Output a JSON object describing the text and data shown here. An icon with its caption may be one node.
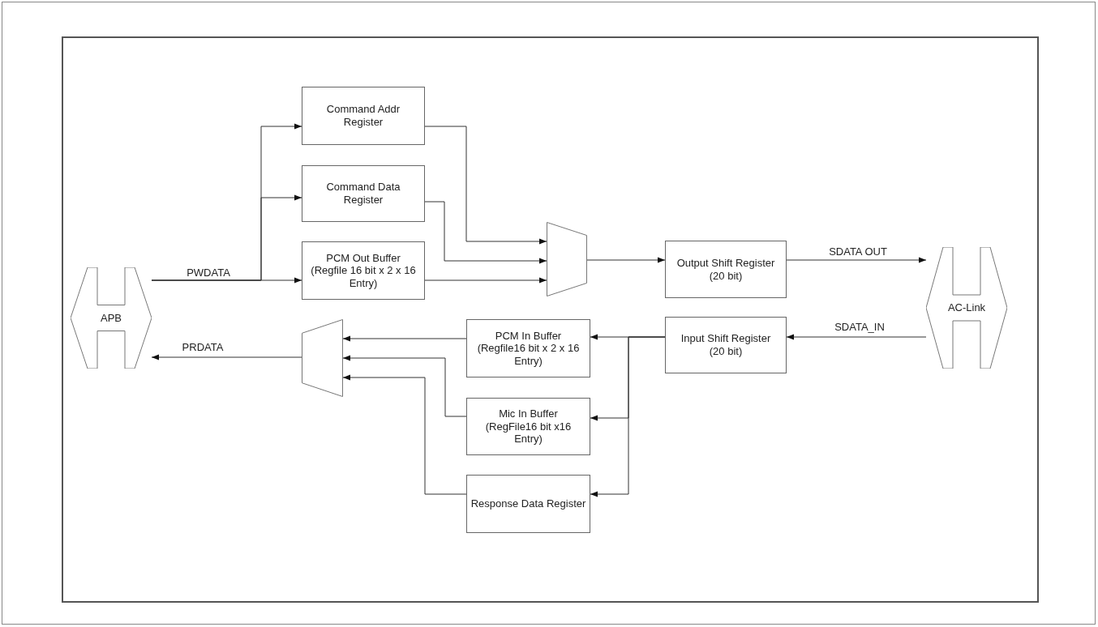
{
  "diagram": {
    "nodes": [
      {
        "text": [
          "APB"
        ]
      },
      {
        "text": [
          "Command Addr Register"
        ]
      },
      {
        "text": [
          "Command Data Register"
        ]
      },
      {
        "text": [
          "PCM Out Buffer",
          "(Regfile 16 bit x 2 x 16 Entry)"
        ]
      },
      {
        "text": [],
        "shape": "trapezoid"
      },
      {
        "text": [
          "Output Shift Register",
          "(20 bit)"
        ]
      },
      {
        "text": [
          "AC-Link"
        ]
      },
      {
        "text": [],
        "shape": "trapezoid"
      },
      {
        "text": [
          "PCM In Buffer",
          "(Regfile16 bit x 2 x 16 Entry)"
        ]
      },
      {
        "text": [
          "Input Shift Register",
          "(20 bit)"
        ]
      },
      {
        "text": [
          "Mic In Buffer",
          "(RegFile16 bit x16 Entry)"
        ]
      },
      {
        "text": [
          "Response Data Register"
        ]
      }
    ],
    "edges": [
      {
        "from": 0,
        "to": 1,
        "arrow": "to"
      },
      {
        "from": 0,
        "to": 2,
        "arrow": "to"
      },
      {
        "from": 0,
        "to": 3,
        "arrow": "to",
        "label": "PWDATA"
      },
      {
        "from": 1,
        "to": 4,
        "arrow": "to"
      },
      {
        "from": 2,
        "to": 4,
        "arrow": "to"
      },
      {
        "from": 3,
        "to": 4,
        "arrow": "to"
      },
      {
        "from": 4,
        "to": 5,
        "arrow": "to"
      },
      {
        "from": 5,
        "to": 6,
        "arrow": "to",
        "label": "SDATA OUT"
      },
      {
        "from": 6,
        "to": 9,
        "arrow": "to",
        "label": "SDATA_IN"
      },
      {
        "from": 9,
        "to": 8,
        "arrow": "to"
      },
      {
        "from": 9,
        "to": 10,
        "arrow": "to"
      },
      {
        "from": 9,
        "to": 11,
        "arrow": "to"
      },
      {
        "from": 8,
        "to": 7,
        "arrow": "to"
      },
      {
        "from": 10,
        "to": 7,
        "arrow": "to"
      },
      {
        "from": 11,
        "to": 7,
        "arrow": "to"
      },
      {
        "from": 7,
        "to": 0,
        "arrow": "to",
        "label": "PRDATA"
      }
    ]
  }
}
